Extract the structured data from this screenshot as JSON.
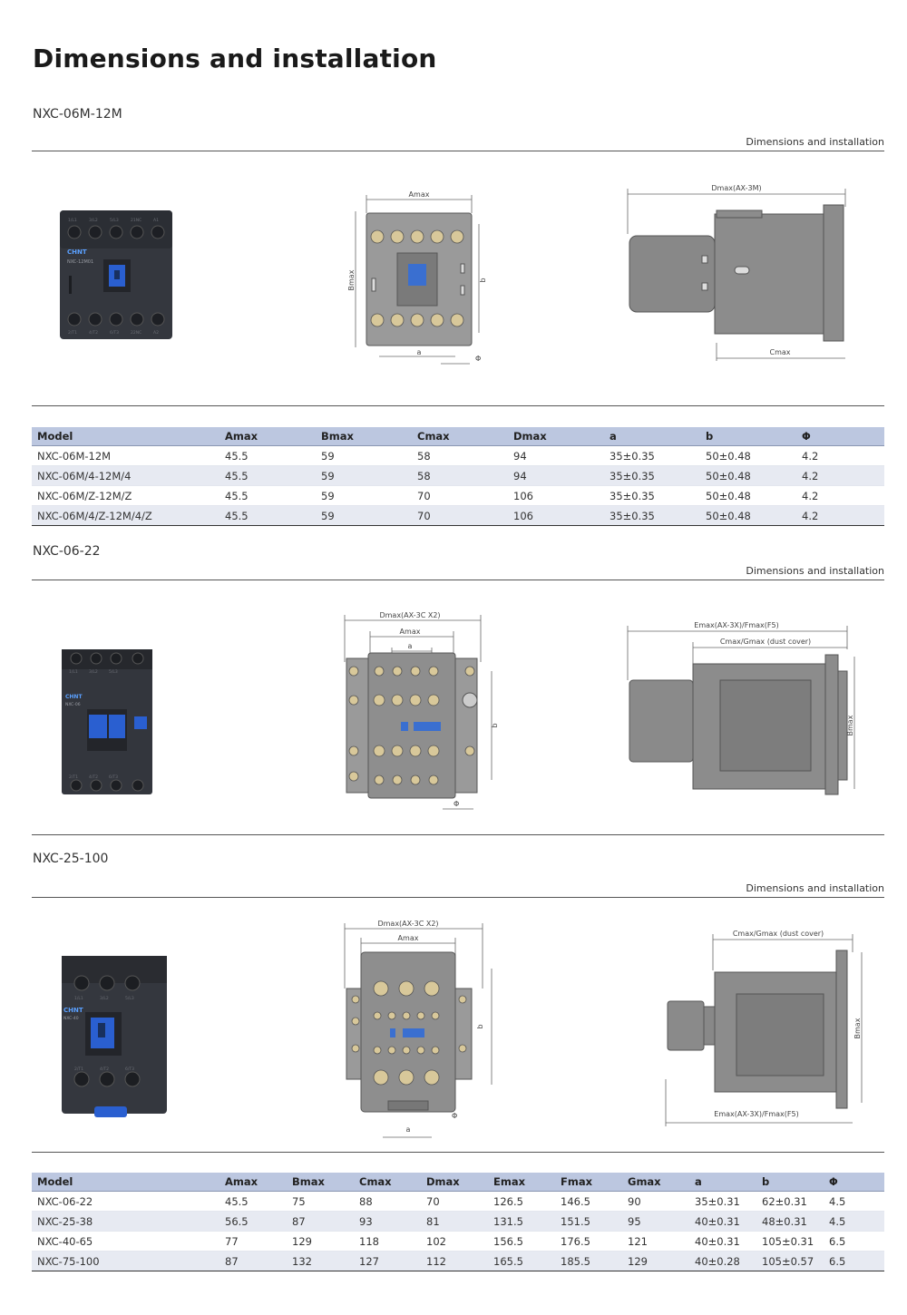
{
  "title": "Dimensions and installation",
  "sections": [
    {
      "name": "NXC-06M-12M",
      "caption": "Dimensions and installation",
      "brand": "CHNT",
      "model_text": "NXC-12M01",
      "drawing_labels": {
        "front_top": "Amax",
        "front_left": "Bmax",
        "front_right": "b",
        "front_bottom": "a",
        "front_hole": "Φ",
        "side_top": "Dmax(AX-3M)",
        "side_bottom": "Cmax"
      },
      "terminals_top": [
        "1/L1",
        "3/L2",
        "5/L3",
        "21NC",
        "A1"
      ],
      "terminals_bottom": [
        "2/T1",
        "4/T2",
        "6/T3",
        "22NC",
        "A2"
      ]
    },
    {
      "name": "NXC-06-22",
      "caption": "Dimensions and installation",
      "brand": "CHNT",
      "model_text": "NXC-06",
      "drawing_labels": {
        "front_top1": "Dmax(AX-3C X2)",
        "front_top2": "Amax",
        "front_top3": "a",
        "front_right": "b",
        "front_hole": "Φ",
        "side_top1": "Emax(AX-3X)/Fmax(F5)",
        "side_top2": "Cmax/Gmax (dust cover)",
        "side_right": "Bmax"
      },
      "terminals_top": [
        "1/L1",
        "3/L2",
        "5/L3"
      ],
      "terminals_bottom": [
        "2/T1",
        "4/T2",
        "6/T3"
      ]
    },
    {
      "name": "NXC-25-100",
      "caption": "Dimensions and installation",
      "brand": "CHNT",
      "model_text": "NXC-40",
      "drawing_labels": {
        "front_top1": "Dmax(AX-3C X2)",
        "front_top2": "Amax",
        "front_right": "b",
        "front_hole": "Φ",
        "front_bottom": "a",
        "side_top": "Cmax/Gmax (dust cover)",
        "side_right": "Bmax",
        "side_bottom": "Emax(AX-3X)/Fmax(F5)"
      },
      "terminals_top": [
        "1/L1",
        "3/L2",
        "5/L3"
      ],
      "terminals_bottom": [
        "2/T1",
        "4/T2",
        "6/T3"
      ]
    }
  ],
  "table1": {
    "headers": [
      "Model",
      "Amax",
      "Bmax",
      "Cmax",
      "Dmax",
      "a",
      "b",
      "Φ"
    ],
    "rows": [
      [
        "NXC-06M-12M",
        "45.5",
        "59",
        "58",
        "94",
        "35±0.35",
        "50±0.48",
        "4.2"
      ],
      [
        "NXC-06M/4-12M/4",
        "45.5",
        "59",
        "58",
        "94",
        "35±0.35",
        "50±0.48",
        "4.2"
      ],
      [
        "NXC-06M/Z-12M/Z",
        "45.5",
        "59",
        "70",
        "106",
        "35±0.35",
        "50±0.48",
        "4.2"
      ],
      [
        "NXC-06M/4/Z-12M/4/Z",
        "45.5",
        "59",
        "70",
        "106",
        "35±0.35",
        "50±0.48",
        "4.2"
      ]
    ]
  },
  "table2": {
    "headers": [
      "Model",
      "Amax",
      "Bmax",
      "Cmax",
      "Dmax",
      "Emax",
      "Fmax",
      "Gmax",
      "a",
      "b",
      "Φ"
    ],
    "rows": [
      [
        "NXC-06-22",
        "45.5",
        "75",
        "88",
        "70",
        "126.5",
        "146.5",
        "90",
        "35±0.31",
        "62±0.31",
        "4.5"
      ],
      [
        "NXC-25-38",
        "56.5",
        "87",
        "93",
        "81",
        "131.5",
        "151.5",
        "95",
        "40±0.31",
        "48±0.31",
        "4.5"
      ],
      [
        "NXC-40-65",
        "77",
        "129",
        "118",
        "102",
        "156.5",
        "176.5",
        "121",
        "40±0.31",
        "105±0.31",
        "6.5"
      ],
      [
        "NXC-75-100",
        "87",
        "132",
        "127",
        "112",
        "165.5",
        "185.5",
        "129",
        "40±0.28",
        "105±0.57",
        "6.5"
      ]
    ]
  },
  "colors": {
    "header_bg": "#bcc7e0",
    "row_alt": "#e7eaf2",
    "device_body": "#3a3d44",
    "device_blue": "#2a5fd0",
    "drawing_gray": "#8a8a8a"
  }
}
